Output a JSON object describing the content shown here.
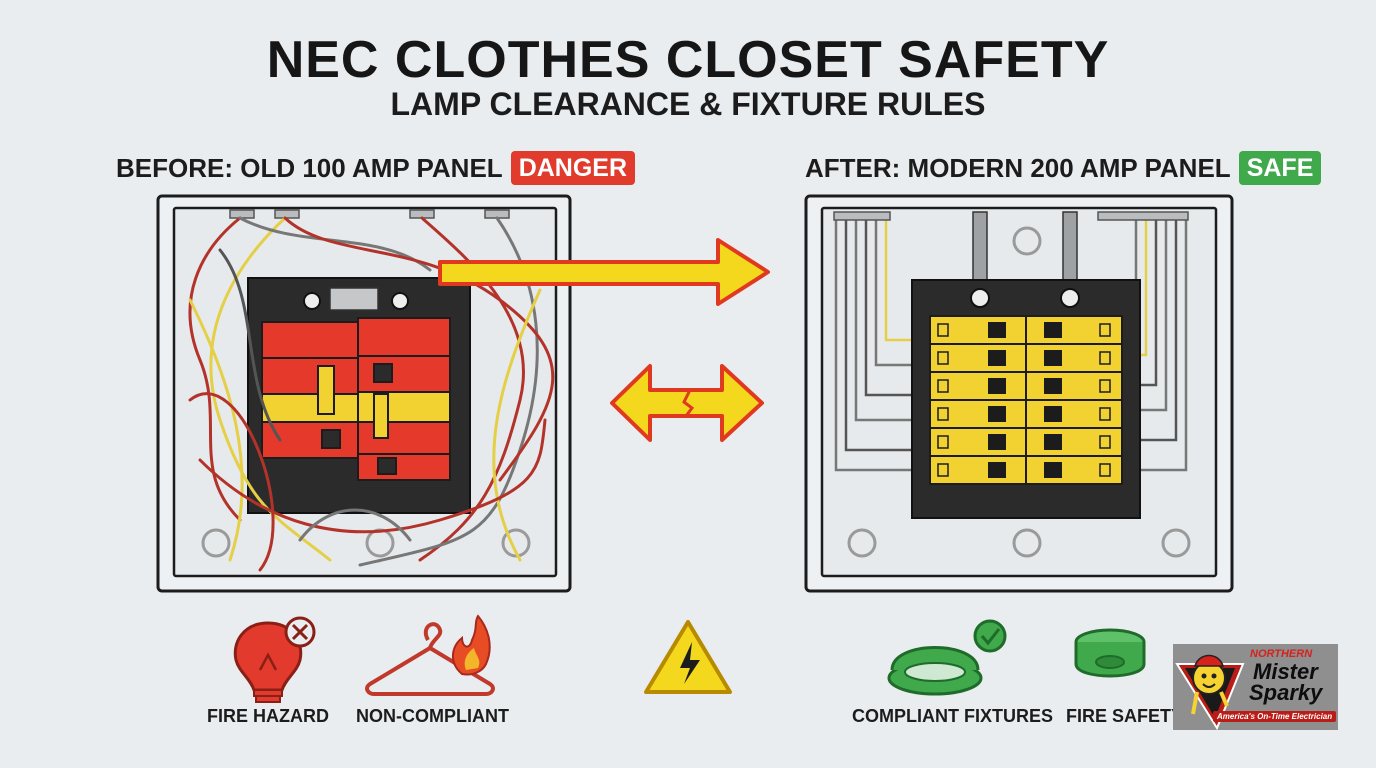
{
  "title": "NEC CLOTHES CLOSET SAFETY",
  "subtitle": "LAMP CLEARANCE & FIXTURE RULES",
  "before": {
    "heading": "BEFORE: OLD 100 AMP PANEL",
    "badge": "DANGER"
  },
  "after": {
    "heading": "AFTER: MODERN 200 AMP PANEL",
    "badge": "SAFE"
  },
  "icons": [
    {
      "name": "lightbulb-x-icon",
      "label": "FIRE HAZARD"
    },
    {
      "name": "hanger-fire-icon",
      "label": "NON-COMPLIANT"
    },
    {
      "name": "high-voltage-warning-icon",
      "label": ""
    },
    {
      "name": "recessed-light-check-icon",
      "label": "COMPLIANT FIXTURES"
    },
    {
      "name": "smoke-detector-icon",
      "label": "FIRE SAFETY"
    }
  ],
  "logo": {
    "top": "NORTHERN",
    "line1": "Mister",
    "line2": "Sparky",
    "tagline": "America's On-Time Electrician"
  },
  "colors": {
    "danger": "#e03b2c",
    "safe": "#3fa94b",
    "breaker_old": "#e5392b",
    "breaker_new": "#f2d230",
    "arrow": "#f3d81d"
  }
}
